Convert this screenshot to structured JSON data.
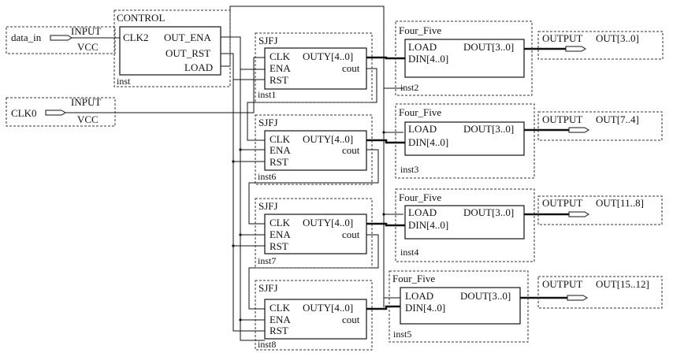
{
  "inputs": {
    "data_in": {
      "type": "INPUT",
      "vcc": "VCC",
      "name": "data_in"
    },
    "clk0": {
      "type": "INPUT",
      "vcc": "VCC",
      "name": "CLK0"
    }
  },
  "control": {
    "title": "CONTROL",
    "clk_pin": "CLK2",
    "out_ena": "OUT_ENA",
    "out_rst": "OUT_RST",
    "load": "LOAD",
    "instance": "inst"
  },
  "sjfj_blocks": [
    {
      "title": "SJFJ",
      "clk": "CLK",
      "ena": "ENA",
      "rst": "RST",
      "outy": "OUTY[4..0]",
      "cout": "cout",
      "instance": "inst1"
    },
    {
      "title": "SJFJ",
      "clk": "CLK",
      "ena": "ENA",
      "rst": "RST",
      "outy": "OUTY[4..0]",
      "cout": "cout",
      "instance": "inst6"
    },
    {
      "title": "SJFJ",
      "clk": "CLK",
      "ena": "ENA",
      "rst": "RST",
      "outy": "OUTY[4..0]",
      "cout": "cout",
      "instance": "inst7"
    },
    {
      "title": "SJFJ",
      "clk": "CLK",
      "ena": "ENA",
      "rst": "RST",
      "outy": "OUTY[4..0]",
      "cout": "cout",
      "instance": "inst8"
    }
  ],
  "four_five_blocks": [
    {
      "title": "Four_Five",
      "load": "LOAD",
      "din": "DIN[4..0]",
      "dout": "DOUT[3..0]",
      "instance": "inst2"
    },
    {
      "title": "Four_Five",
      "load": "LOAD",
      "din": "DIN[4..0]",
      "dout": "DOUT[3..0]",
      "instance": "inst3"
    },
    {
      "title": "Four_Five",
      "load": "LOAD",
      "din": "DIN[4..0]",
      "dout": "DOUT[3..0]",
      "instance": "inst4"
    },
    {
      "title": "Four_Five",
      "load": "LOAD",
      "din": "DIN[4..0]",
      "dout": "DOUT[3..0]",
      "instance": "inst5"
    }
  ],
  "outputs": [
    {
      "type": "OUTPUT",
      "name": "OUT[3..0]"
    },
    {
      "type": "OUTPUT",
      "name": "OUT[7..4]"
    },
    {
      "type": "OUTPUT",
      "name": "OUT[11..8]"
    },
    {
      "type": "OUTPUT",
      "name": "OUT[15..12]"
    }
  ]
}
